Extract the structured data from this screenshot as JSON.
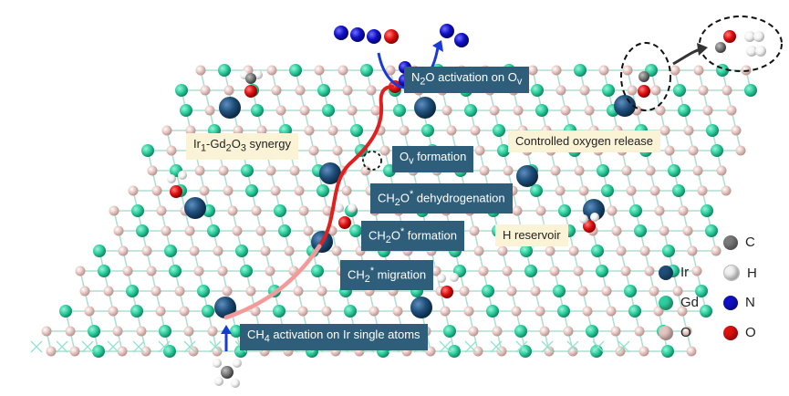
{
  "labels": {
    "n2o_activation": [
      "N",
      "2",
      "O activation on O",
      "v",
      ""
    ],
    "ov_formation": [
      "O",
      "v",
      " formation"
    ],
    "ch2o_dehydro": [
      "CH",
      "2",
      "O",
      "*",
      " dehydrogenation"
    ],
    "ch2o_formation": [
      "CH",
      "2",
      "O",
      "*",
      " formation"
    ],
    "ch2_migration": [
      "CH",
      "2",
      "",
      "*",
      " migration"
    ],
    "ch4_activation": [
      "CH",
      "4",
      " activation on Ir single atoms"
    ],
    "synergy": [
      "Ir",
      "1",
      "-Gd",
      "2",
      "O",
      "3",
      " synergy"
    ],
    "oxygen_release": "Controlled oxygen release",
    "h_reservoir": "H reservoir"
  },
  "legend": [
    {
      "symbol": "Ir",
      "color": "#1f4e79"
    },
    {
      "symbol": "Gd",
      "color": "#2ecf9f"
    },
    {
      "symbol": "O",
      "color": "#e6c5c1"
    },
    {
      "symbol": "C",
      "color": "#7a7a7a"
    },
    {
      "symbol": "H",
      "color": "#f2f2f2"
    },
    {
      "symbol": "N",
      "color": "#1010c8"
    },
    {
      "symbol": "O",
      "color": "#e01010"
    }
  ]
}
